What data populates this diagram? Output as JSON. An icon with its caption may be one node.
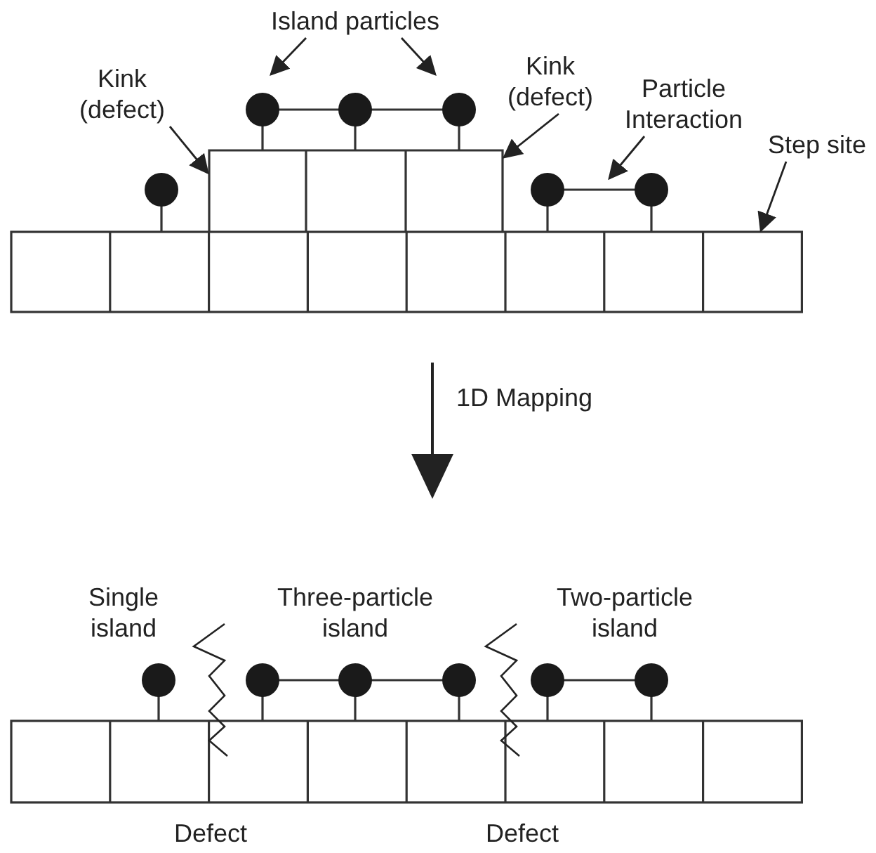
{
  "diagram": {
    "nodes": [
      {
        "text": [
          "Island particles"
        ]
      },
      {
        "text": [
          "Kink (defect)"
        ]
      },
      {
        "text": [
          "Kink (defect)"
        ]
      },
      {
        "text": [
          "Particle Interaction"
        ]
      },
      {
        "text": [
          "Step site"
        ]
      },
      {
        "text": [],
        "shape": "box"
      },
      {
        "text": [],
        "shape": "box"
      }
    ],
    "edges": [
      {
        "from": 0,
        "to": null,
        "arrow": "to"
      },
      {
        "from": 0,
        "to": null,
        "arrow": "to"
      },
      {
        "from": 1,
        "to": 5,
        "arrow": "to"
      },
      {
        "from": 2,
        "to": 5,
        "arrow": "to"
      },
      {
        "from": 3,
        "to": null,
        "arrow": "to"
      },
      {
        "from": 4,
        "to": 6,
        "arrow": "to"
      }
    ],
    "labels": [
      "1D Mapping",
      "Single island",
      "Three-particle island",
      "Two-particle island",
      "Defect",
      "Defect"
    ]
  }
}
